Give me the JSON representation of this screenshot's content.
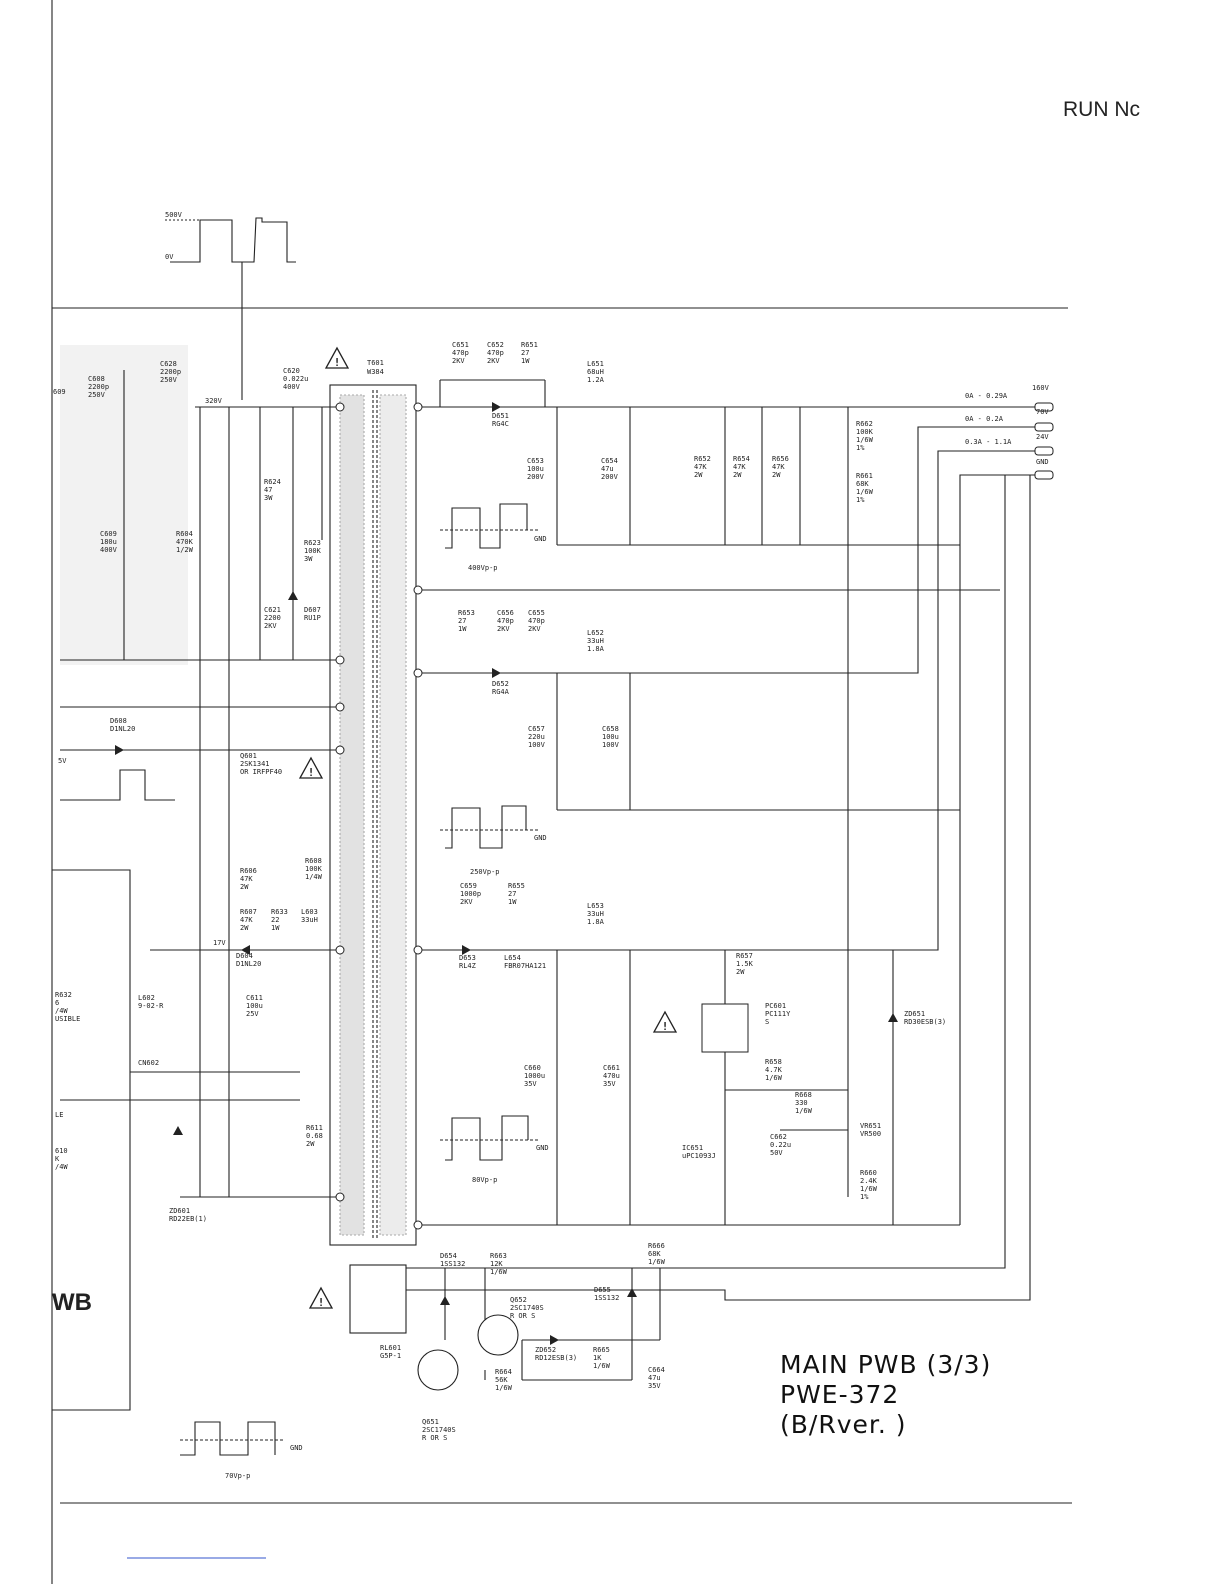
{
  "header": {
    "run_no": "RUN Nс"
  },
  "title_block": {
    "line1": "MAIN PWB (3/3)",
    "line2": "PWE-372",
    "line3": "(B/Rver. )"
  },
  "waveforms": {
    "top_high": "500V",
    "top_low": "0V",
    "w1": "400Vp-p",
    "w2": "250Vp-p",
    "w3": "80Vp-p",
    "w4": "70Vp-p",
    "gnd": "GND",
    "left_5v": "5V"
  },
  "transformer": {
    "ref": "T601",
    "part": "W384"
  },
  "outputs": [
    {
      "voltage": "160V",
      "current": "0A - 0.29A"
    },
    {
      "voltage": "70V",
      "current": "0A - 0.2A"
    },
    {
      "voltage": "24V",
      "current": "0.3A - 1.1A"
    },
    {
      "voltage": "GND",
      "current": ""
    }
  ],
  "rail_label": "320V",
  "rail_17v": "17V",
  "pwb_label": "WB",
  "components": [
    {
      "id": "c608",
      "lines": [
        "C608",
        "2200p",
        "250V"
      ]
    },
    {
      "id": "c628",
      "lines": [
        "C628",
        "2200p",
        "250V"
      ]
    },
    {
      "id": "c620",
      "lines": [
        "C620",
        "0.022u",
        "400V"
      ]
    },
    {
      "id": "c609",
      "lines": [
        "C609",
        "180u",
        "400V"
      ]
    },
    {
      "id": "r604",
      "lines": [
        "R604",
        "470K",
        "1/2W"
      ]
    },
    {
      "id": "r624",
      "lines": [
        "R624",
        "47",
        "3W"
      ]
    },
    {
      "id": "r623",
      "lines": [
        "R623",
        "100K",
        "3W"
      ]
    },
    {
      "id": "c621",
      "lines": [
        "C621",
        "2200",
        "2KV"
      ]
    },
    {
      "id": "d607",
      "lines": [
        "D607",
        "RU1P"
      ]
    },
    {
      "id": "c651",
      "lines": [
        "C651",
        "470p",
        "2KV"
      ]
    },
    {
      "id": "c652",
      "lines": [
        "C652",
        "470p",
        "2KV"
      ]
    },
    {
      "id": "r651",
      "lines": [
        "R651",
        "27",
        "1W"
      ]
    },
    {
      "id": "l651",
      "lines": [
        "L651",
        "68uH",
        "1.2A"
      ]
    },
    {
      "id": "d651",
      "lines": [
        "D651",
        "RG4C"
      ]
    },
    {
      "id": "c653",
      "lines": [
        "C653",
        "100u",
        "200V"
      ]
    },
    {
      "id": "c654",
      "lines": [
        "C654",
        "47u",
        "200V"
      ]
    },
    {
      "id": "r652",
      "lines": [
        "R652",
        "47K",
        "2W"
      ]
    },
    {
      "id": "r654",
      "lines": [
        "R654",
        "47K",
        "2W"
      ]
    },
    {
      "id": "r656",
      "lines": [
        "R656",
        "47K",
        "2W"
      ]
    },
    {
      "id": "r662",
      "lines": [
        "R662",
        "100K",
        "1/6W",
        "1%"
      ]
    },
    {
      "id": "r661",
      "lines": [
        "R661",
        "68K",
        "1/6W",
        "1%"
      ]
    },
    {
      "id": "r653",
      "lines": [
        "R653",
        "27",
        "1W"
      ]
    },
    {
      "id": "c656",
      "lines": [
        "C656",
        "470p",
        "2KV"
      ]
    },
    {
      "id": "c655",
      "lines": [
        "C655",
        "470p",
        "2KV"
      ]
    },
    {
      "id": "l652",
      "lines": [
        "L652",
        "33uH",
        "1.8A"
      ]
    },
    {
      "id": "d652",
      "lines": [
        "D652",
        "RG4A"
      ]
    },
    {
      "id": "c657",
      "lines": [
        "C657",
        "220u",
        "100V"
      ]
    },
    {
      "id": "c658",
      "lines": [
        "C658",
        "100u",
        "100V"
      ]
    },
    {
      "id": "d608",
      "lines": [
        "D608",
        "D1NL20"
      ]
    },
    {
      "id": "q601",
      "lines": [
        "Q601",
        "2SK1341",
        "OR IRFPF40"
      ]
    },
    {
      "id": "r606",
      "lines": [
        "R606",
        "47K",
        "2W"
      ]
    },
    {
      "id": "r608",
      "lines": [
        "R608",
        "100K",
        "1/4W"
      ]
    },
    {
      "id": "r607",
      "lines": [
        "R607",
        "47K",
        "2W"
      ]
    },
    {
      "id": "r633",
      "lines": [
        "R633",
        "22",
        "1W"
      ]
    },
    {
      "id": "l603",
      "lines": [
        "L603",
        "33uH"
      ]
    },
    {
      "id": "d604",
      "lines": [
        "D604",
        "D1NL20"
      ]
    },
    {
      "id": "c659",
      "lines": [
        "C659",
        "1000p",
        "2KV"
      ]
    },
    {
      "id": "r655",
      "lines": [
        "R655",
        "27",
        "1W"
      ]
    },
    {
      "id": "l653",
      "lines": [
        "L653",
        "33uH",
        "1.8A"
      ]
    },
    {
      "id": "d653",
      "lines": [
        "D653",
        "RL4Z"
      ]
    },
    {
      "id": "l654",
      "lines": [
        "L654",
        "FBR07HA121"
      ]
    },
    {
      "id": "r657",
      "lines": [
        "R657",
        "1.5K",
        "2W"
      ]
    },
    {
      "id": "pc601",
      "lines": [
        "PC601",
        "PC111Y",
        "S"
      ]
    },
    {
      "id": "zd651",
      "lines": [
        "ZD651",
        "RD30ESB(3)"
      ]
    },
    {
      "id": "l602",
      "lines": [
        "L602",
        "9-02-R"
      ]
    },
    {
      "id": "c611",
      "lines": [
        "C611",
        "100u",
        "25V"
      ]
    },
    {
      "id": "cn602",
      "lines": [
        "CN602"
      ]
    },
    {
      "id": "c660",
      "lines": [
        "C660",
        "1000u",
        "35V"
      ]
    },
    {
      "id": "c661",
      "lines": [
        "C661",
        "470u",
        "35V"
      ]
    },
    {
      "id": "r658",
      "lines": [
        "R658",
        "4.7K",
        "1/6W"
      ]
    },
    {
      "id": "r668",
      "lines": [
        "R668",
        "330",
        "1/6W"
      ]
    },
    {
      "id": "c662",
      "lines": [
        "C662",
        "0.22u",
        "50V"
      ]
    },
    {
      "id": "vr651",
      "lines": [
        "VR651",
        "VR500"
      ]
    },
    {
      "id": "ic651",
      "lines": [
        "IC651",
        "uPC1093J"
      ]
    },
    {
      "id": "r611",
      "lines": [
        "R611",
        "0.68",
        "2W"
      ]
    },
    {
      "id": "r660",
      "lines": [
        "R660",
        "2.4K",
        "1/6W",
        "1%"
      ]
    },
    {
      "id": "zd601",
      "lines": [
        "ZD601",
        "RD22EB(1)"
      ]
    },
    {
      "id": "d654",
      "lines": [
        "D654",
        "1SS132"
      ]
    },
    {
      "id": "r663",
      "lines": [
        "R663",
        "12K",
        "1/6W"
      ]
    },
    {
      "id": "r666",
      "lines": [
        "R666",
        "68K",
        "1/6W"
      ]
    },
    {
      "id": "q652",
      "lines": [
        "Q652",
        "2SC1740S",
        "R OR S"
      ]
    },
    {
      "id": "d655",
      "lines": [
        "D655",
        "1SS132"
      ]
    },
    {
      "id": "zd652",
      "lines": [
        "ZD652",
        "RD12ESB(3)"
      ]
    },
    {
      "id": "r665",
      "lines": [
        "R665",
        "1K",
        "1/6W"
      ]
    },
    {
      "id": "rl601",
      "lines": [
        "RL601",
        "G5P-1"
      ]
    },
    {
      "id": "r664",
      "lines": [
        "R664",
        "56K",
        "1/6W"
      ]
    },
    {
      "id": "c664",
      "lines": [
        "C664",
        "47u",
        "35V"
      ]
    },
    {
      "id": "q651",
      "lines": [
        "Q651",
        "2SC1740S",
        "R OR S"
      ]
    },
    {
      "id": "left_r632",
      "lines": [
        "R632",
        "6",
        "/4W",
        "USIBLE"
      ]
    },
    {
      "id": "left_r610",
      "lines": [
        "610",
        "K",
        "/4W"
      ]
    },
    {
      "id": "left_le",
      "lines": [
        "LE"
      ]
    },
    {
      "id": "left_609",
      "lines": [
        "609"
      ]
    }
  ]
}
